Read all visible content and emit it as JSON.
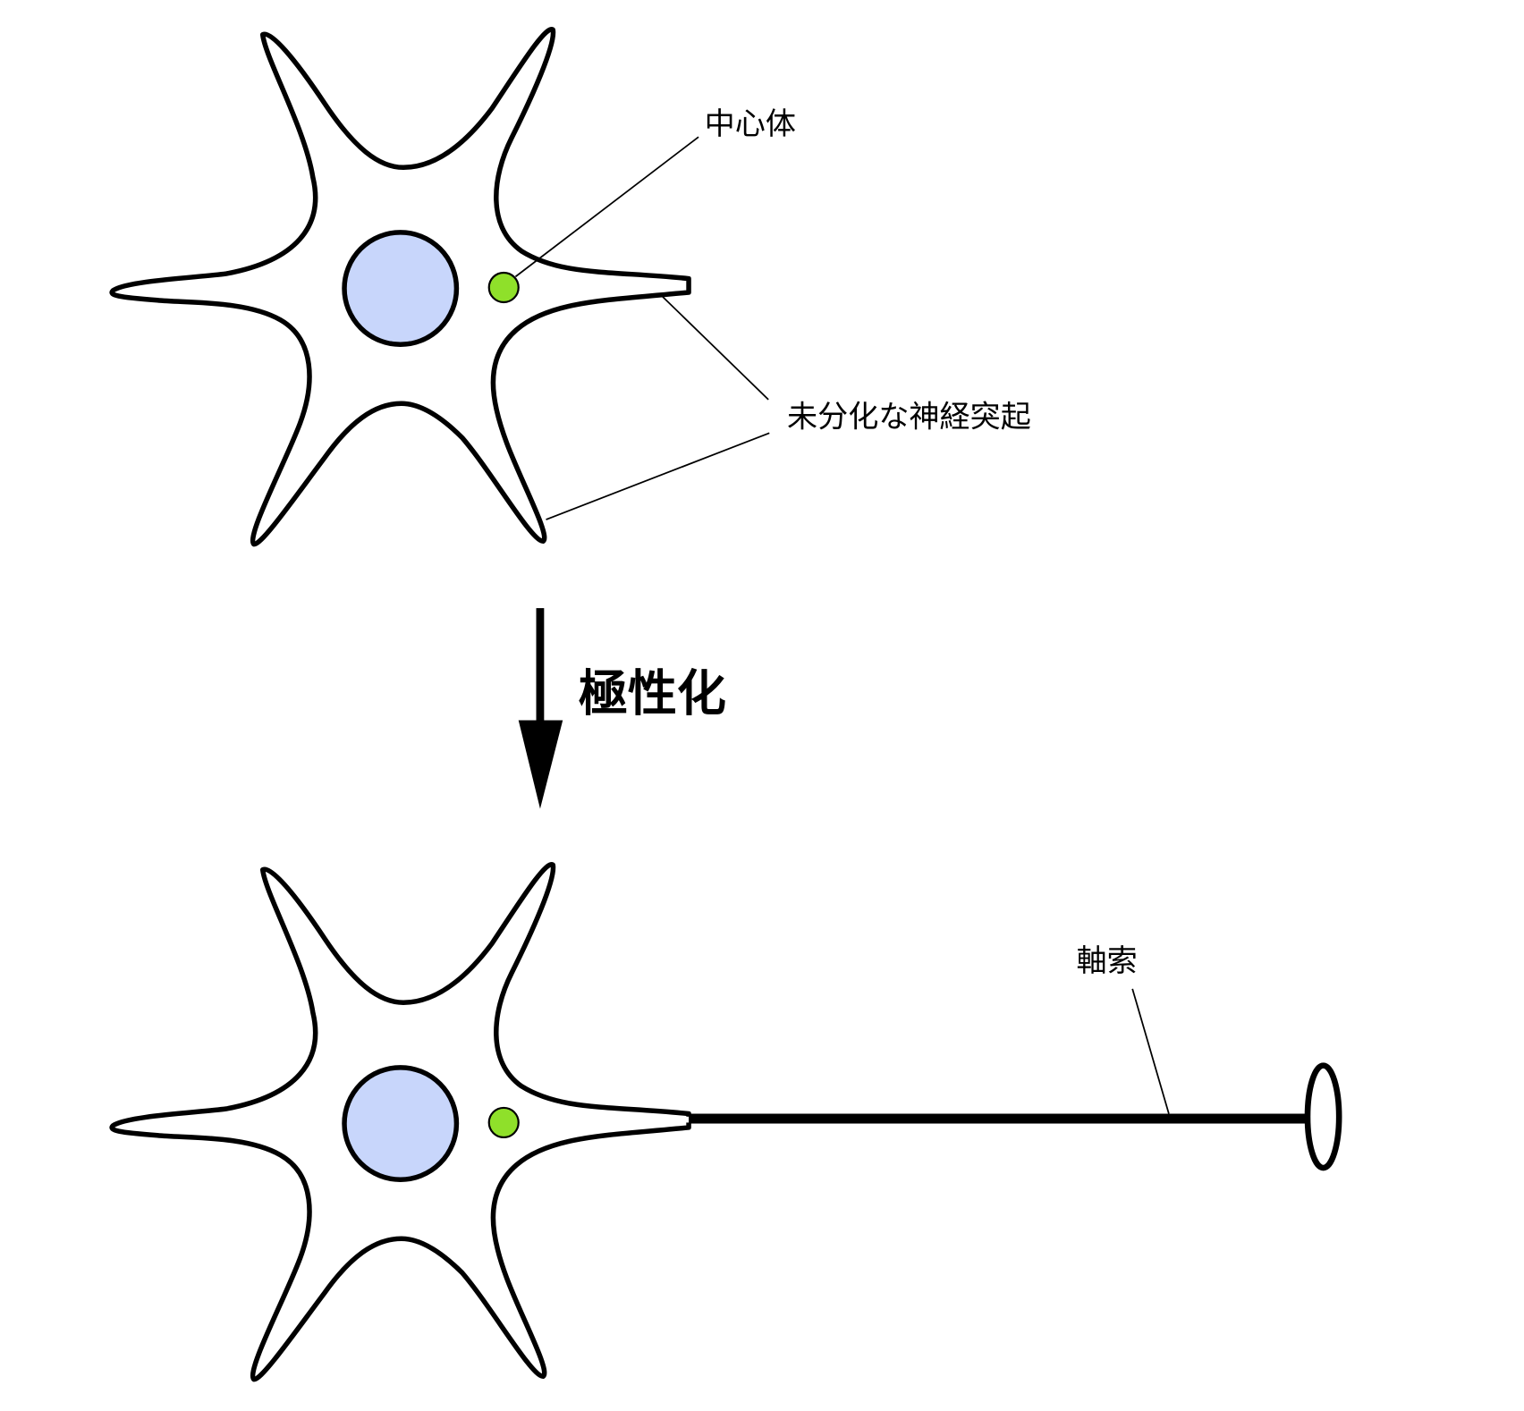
{
  "labels": {
    "centrosome": "中心体",
    "undifferentiated_neurites": "未分化な神経突起",
    "polarization": "極性化",
    "axon": "軸索"
  },
  "colors": {
    "nucleus": "#c8d6fb",
    "centrosome": "#8fe02a",
    "outline": "#000000",
    "background": "#ffffff"
  }
}
